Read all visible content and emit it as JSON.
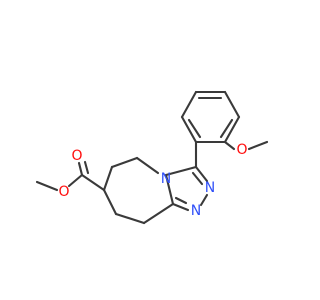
{
  "molecule": {
    "atoms": {
      "O_methoxy": {
        "label": "O",
        "color": "#ff0d0d"
      },
      "O_ester_carbonyl": {
        "label": "O",
        "color": "#ff0d0d"
      },
      "O_ester_single": {
        "label": "O",
        "color": "#ff0d0d"
      },
      "N_bridge": {
        "label": "N",
        "color": "#3050f8"
      },
      "N_ring_a": {
        "label": "N",
        "color": "#3050f8"
      },
      "N_ring_b": {
        "label": "N",
        "color": "#3050f8"
      }
    },
    "bond_color": "#3a3a3a"
  }
}
